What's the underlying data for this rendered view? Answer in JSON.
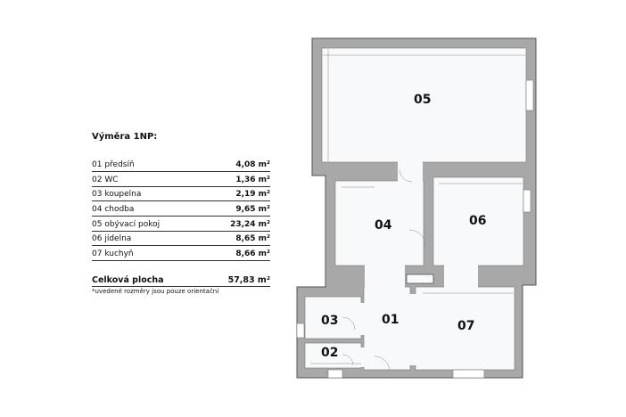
{
  "legend": {
    "title": "Výměra 1NP:",
    "rooms": [
      {
        "name": "01 předsíň",
        "area": "4,08 m²"
      },
      {
        "name": "02 WC",
        "area": "1,36 m²"
      },
      {
        "name": "03 koupelna",
        "area": "2,19 m²"
      },
      {
        "name": "04 chodba",
        "area": "9,65 m²"
      },
      {
        "name": "05 obývací pokoj",
        "area": "23,24 m²"
      },
      {
        "name": "06 jídelna",
        "area": "8,65 m²"
      },
      {
        "name": "07 kuchyň",
        "area": "8,66 m²"
      }
    ],
    "total_label": "Celková plocha",
    "total_value": "57,83 m²",
    "note": "*uvedené rozměry jsou pouze orientační"
  },
  "plan": {
    "room_numbers": [
      "01",
      "02",
      "03",
      "04",
      "05",
      "06",
      "07"
    ],
    "colors": {
      "wall": "#a8a8a8",
      "wall_outline": "#555555",
      "floor": "#f8f9fa"
    }
  }
}
